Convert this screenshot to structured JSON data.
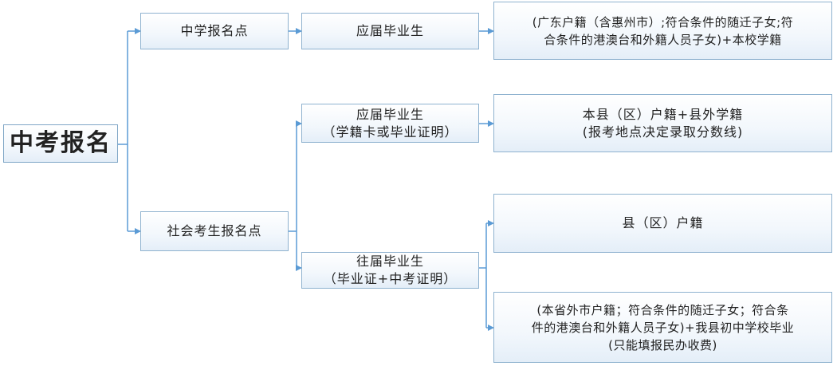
{
  "root": {
    "label": "中考报名"
  },
  "nodes": {
    "school_reg_point": "中学报名点",
    "social_reg_point": "社会考生报名点",
    "fresh_grad_a": "应届毕业生",
    "fresh_grad_b": {
      "line1": "应届毕业生",
      "line2": "（学籍卡或毕业证明）"
    },
    "prev_grad": {
      "line1": "往届毕业生",
      "line2": "（毕业证+中考证明）"
    },
    "req_a": {
      "line1": "(广东户籍（含惠州市）;符合条件的随迁子女;符",
      "line2": "合条件的港澳台和外籍人员子女)+本校学籍"
    },
    "req_b": {
      "line1": "本县（区）户籍+县外学籍",
      "line2": "(报考地点决定录取分数线)"
    },
    "req_c": {
      "line1": "县（区）户籍"
    },
    "req_d": {
      "line1": "(本省外市户籍；符合条件的随迁子女；符合条",
      "line2": "件的港澳台和外籍人员子女)+我县初中学校毕业",
      "line3": "(只能填报民办收费)"
    }
  },
  "colors": {
    "connector": "#5b9bd5",
    "border": "#8fb2cf"
  }
}
